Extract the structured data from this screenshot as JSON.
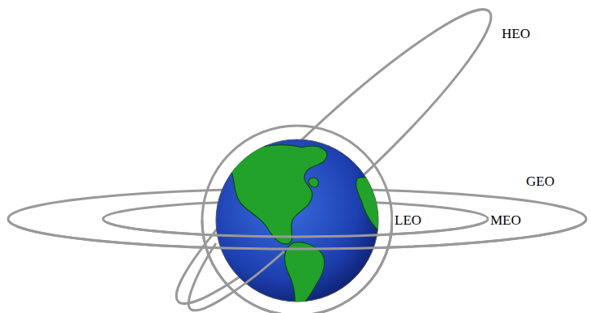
{
  "diagram": {
    "labels": [
      "HEO",
      "GEO",
      "LEO",
      "MEO"
    ]
  }
}
